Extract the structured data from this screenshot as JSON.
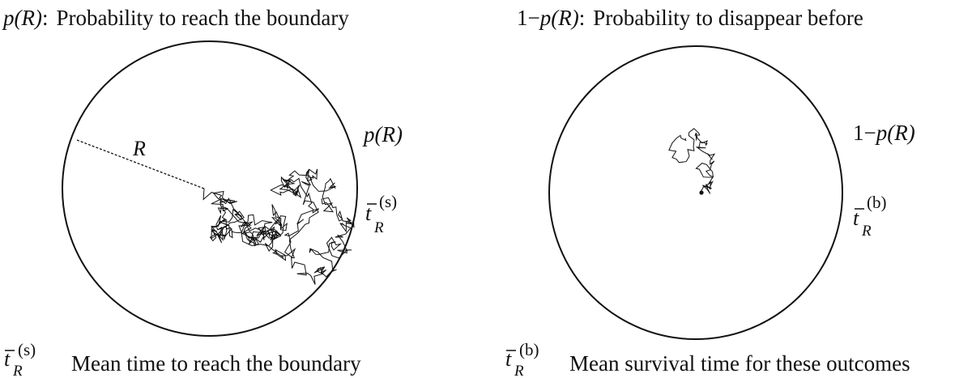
{
  "left_panel": {
    "symbol": "p(R)",
    "symbol_colon": ":",
    "caption": "Probability to reach the boundary",
    "circle_label": "p(R)",
    "radius_label": "R",
    "time_label_base": "t",
    "time_label_sub": "R",
    "time_label_sup": "(s)",
    "footer_text": "Mean time to reach the boundary"
  },
  "right_panel": {
    "symbol_prefix": "1−",
    "symbol": "p(R)",
    "symbol_colon": ":",
    "caption": "Probability to disappear before",
    "circle_label_prefix": "1−",
    "circle_label": "p(R)",
    "time_label_base": "t",
    "time_label_sub": "R",
    "time_label_sup": "(b)",
    "footer_text": "Mean survival time for these outcomes"
  }
}
